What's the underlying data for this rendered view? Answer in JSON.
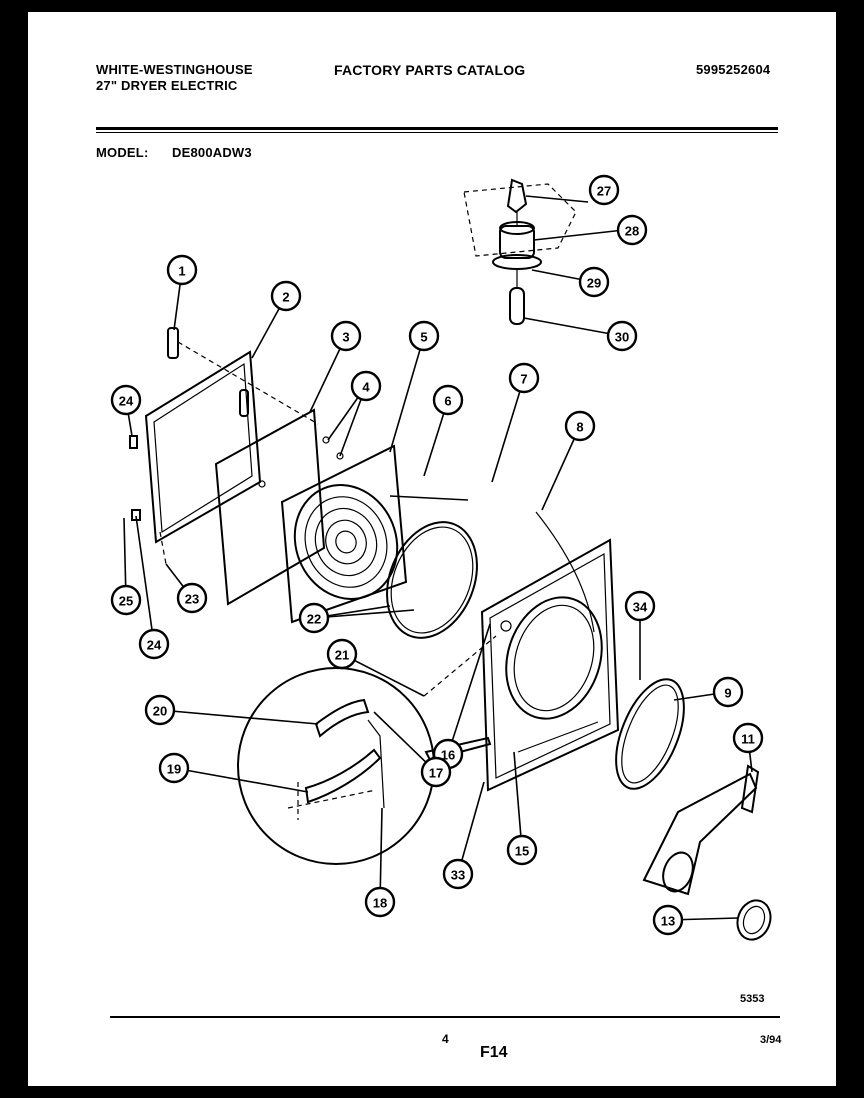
{
  "header": {
    "brand": "WHITE-WESTINGHOUSE",
    "product": "27\" DRYER ELECTRIC",
    "catalog": "FACTORY PARTS CATALOG",
    "catalog_number": "5995252604",
    "model_label": "MODEL:",
    "model_value": "DE800ADW3"
  },
  "diagram": {
    "callouts": [
      "1",
      "2",
      "3",
      "4",
      "5",
      "6",
      "7",
      "8",
      "9",
      "11",
      "13",
      "15",
      "16",
      "17",
      "18",
      "19",
      "20",
      "21",
      "22",
      "23",
      "24",
      "24",
      "25",
      "27",
      "28",
      "29",
      "30",
      "33",
      "34"
    ],
    "drawing_number": "5353"
  },
  "footer": {
    "page_number": "4",
    "figure": "F14",
    "date": "3/94"
  }
}
